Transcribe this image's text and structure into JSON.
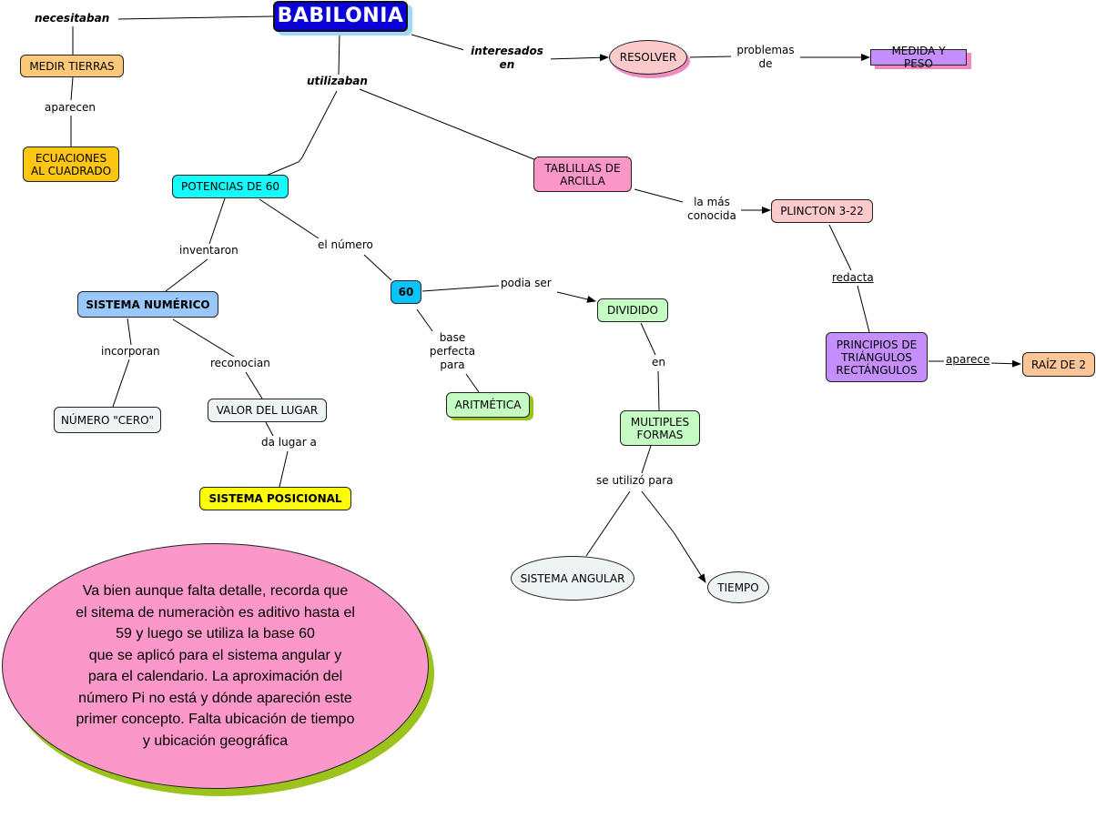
{
  "colors": {
    "title_bg": "#0a00d8",
    "orange": "#fcc97a",
    "gold": "#fcc613",
    "cyan": "#14fbfb",
    "blue_light": "#9ac8fb",
    "sky": "#0ac3fb",
    "pink": "#fa97c8",
    "pink_light": "#fccaca",
    "lavender": "#c48efc",
    "peach": "#fcc596",
    "mint": "#c4fcc4",
    "pale": "#eef3f4",
    "yellow": "#fcfc08",
    "comment_bg": "#fc97c9",
    "shadow_pink": "#f28ac2",
    "shadow_green": "#9cc31c"
  },
  "concepts": {
    "babilonia": "BABILONIA",
    "medir_tierras": "MEDIR TIERRAS",
    "ecuaciones": "ECUACIONES\nAL CUADRADO",
    "resolver": "RESOLVER",
    "medida_peso": "MEDIDA Y PESO",
    "potencias": "POTENCIAS DE 60",
    "tablillas": "TABLILLAS DE\nARCILLA",
    "plincton": "PLINCTON 3-22",
    "sistema_numerico": "SISTEMA NUMÉRICO",
    "sesenta": "60",
    "dividido": "DIVIDIDO",
    "principios": "PRINCIPIOS DE\nTRIÁNGULOS\nRECTÁNGULOS",
    "raiz": "RAÍZ DE 2",
    "numero_cero": "NÚMERO \"CERO\"",
    "valor_lugar": "VALOR DEL LUGAR",
    "aritmetica": "ARITMÉTICA",
    "multiples": "MULTIPLES\nFORMAS",
    "sistema_posicional": "SISTEMA POSICIONAL",
    "sistema_angular": "SISTEMA ANGULAR",
    "tiempo": "TIEMPO"
  },
  "links": {
    "necesitaban": "necesitaban",
    "interesados": "interesados\nen",
    "utilizaban": "utilizaban",
    "aparecen": "aparecen",
    "problemas": "problemas\nde",
    "la_mas": "la más\nconocida",
    "inventaron": "inventaron",
    "el_numero": "el número",
    "redacta": "redacta",
    "podia": "podia ser",
    "incorporan": "incorporan",
    "reconocian": "reconocian",
    "base": "base\nperfecta\npara",
    "en": "en",
    "aparece": "aparece",
    "da_lugar": "da lugar a",
    "se_utilizo": "se utilizó para"
  },
  "comment": "Va bien aunque falta detalle, recorda que\nel sitema de numeraciòn es aditivo hasta el\n59 y luego se utiliza la base 60\nque se aplicó para el sistema angular y\npara el calendario.   La aproximación del\nnúmero Pi no está y dónde apareción este\nprimer concepto.  Falta ubicación de tiempo\ny ubicación geográfica"
}
